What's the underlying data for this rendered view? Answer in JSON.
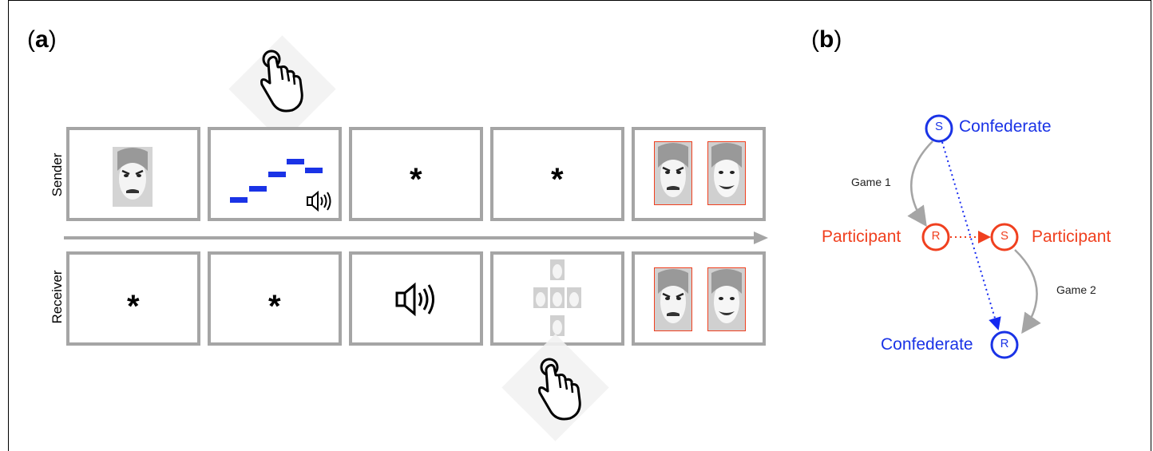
{
  "panel_a": {
    "label_letter": "a",
    "row_labels": {
      "sender": "Sender",
      "receiver": "Receiver"
    }
  },
  "panel_b": {
    "label_letter": "b",
    "nodes": {
      "top": {
        "letter": "S",
        "text": "Confederate"
      },
      "mid_left": {
        "letter": "R",
        "text": "Participant"
      },
      "mid_right": {
        "letter": "S",
        "text": "Participant"
      },
      "bottom": {
        "letter": "R",
        "text": "Confederate"
      }
    },
    "edges": {
      "game1": "Game 1",
      "game2": "Game 2"
    }
  },
  "colors": {
    "blue": "#1a33e6",
    "red": "#f0401f",
    "gray": "#a5a5a5",
    "note_blue": "#1428f0"
  },
  "icons": [
    "pointing-hand-icon",
    "speaker-icon",
    "fixation-cross-icon",
    "face-image-icon"
  ]
}
